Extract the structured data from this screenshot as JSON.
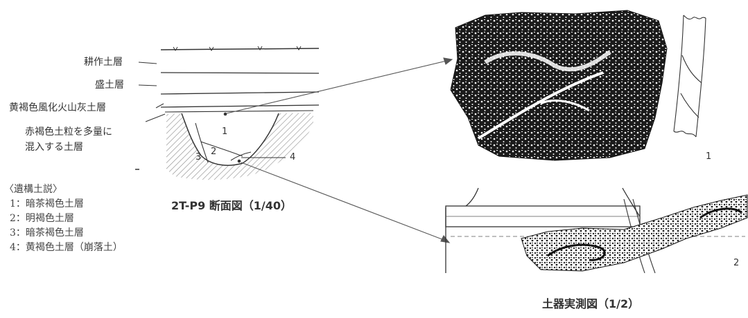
{
  "section_labels": {
    "plough_layer": "耕作土層",
    "fill_layer": "盛土層",
    "ash_layer": "黄褐色風化火山灰土層",
    "red_layer_line1": "赤褐色土粒を多量に",
    "red_layer_line2": "混入する土層"
  },
  "pit_numbers": {
    "n1": "1",
    "n2": "2",
    "n3": "3",
    "n4": "4"
  },
  "legend": {
    "title": "〈遺構土説〉",
    "items": [
      "1：暗茶褐色土層",
      "2：明褐色土層",
      "3：暗茶褐色土層",
      "4：黄褐色土層（崩落土）"
    ]
  },
  "section_caption": "2T-P9 断面図（1/40）",
  "pottery_caption": "土器実測図（1/2）",
  "sherd_numbers": {
    "s1": "1",
    "s2": "2"
  }
}
